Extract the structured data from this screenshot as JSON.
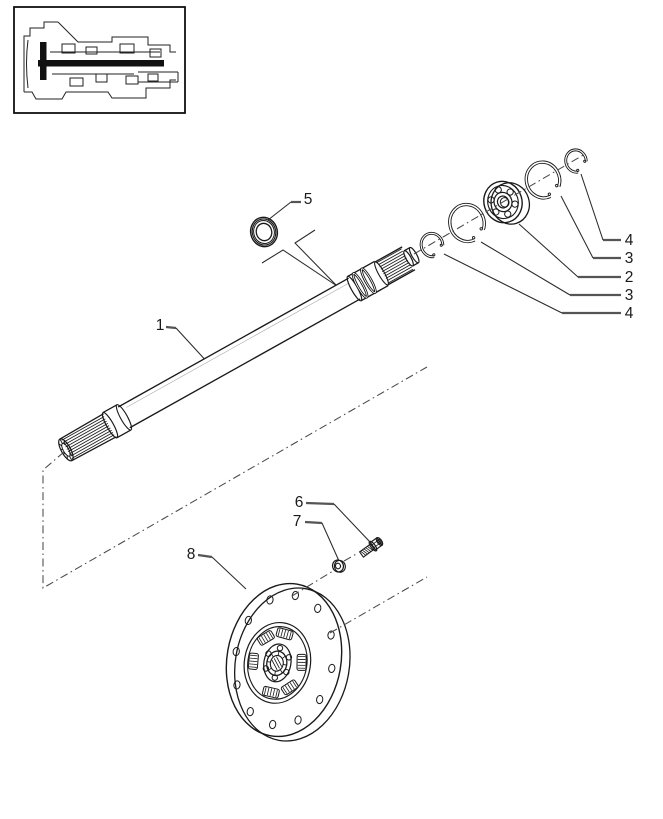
{
  "figure": {
    "type": "exploded-parts-diagram",
    "background": "#ffffff",
    "line_color": "#1a1a1a",
    "leader_color": "#2a2a2a",
    "axis_color": "#4a4a4a",
    "callout_bar_color": "#555555"
  },
  "callouts": {
    "shaft": "1",
    "bearing": "2",
    "snap_ring_right": "3",
    "snap_ring_left": "3",
    "retaining_ring_right": "4",
    "retaining_ring_left": "4",
    "seal_ring": "5",
    "bolt": "6",
    "washer": "7",
    "damper_disc": "8"
  }
}
